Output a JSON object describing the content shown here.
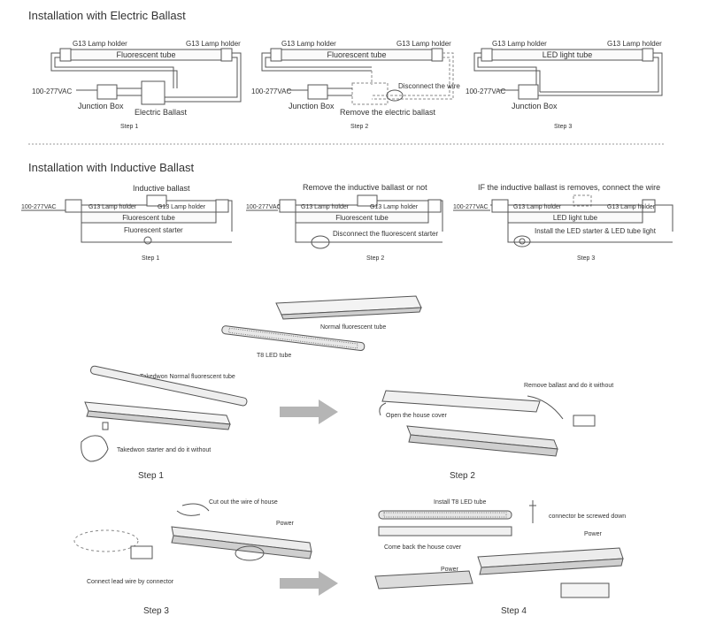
{
  "electric": {
    "title": "Installation with Electric Ballast",
    "panel1": {
      "holder_left": "G13 Lamp holder",
      "holder_right": "G13 Lamp holder",
      "tube": "Fluorescent tube",
      "voltage": "100-277VAC",
      "junction": "Junction Box",
      "ballast": "Electric Ballast",
      "step": "Step 1"
    },
    "panel2": {
      "holder_left": "G13 Lamp holder",
      "holder_right": "G13 Lamp holder",
      "tube": "Fluorescent tube",
      "voltage": "100-277VAC",
      "junction": "Junction Box",
      "disconnect": "Disconnect the wire",
      "remove": "Remove the electric ballast",
      "step": "Step 2"
    },
    "panel3": {
      "holder_left": "G13 Lamp holder",
      "holder_right": "G13 Lamp holder",
      "tube": "LED light tube",
      "voltage": "100-277VAC",
      "junction": "Junction Box",
      "step": "Step 3"
    }
  },
  "inductive": {
    "title": "Installation with Inductive Ballast",
    "panel1": {
      "top": "Inductive ballast",
      "voltage": "100-277VAC",
      "holder_left": "G13 Lamp holder",
      "holder_right": "G13 Lamp holder",
      "tube": "Fluorescent tube",
      "starter": "Fluorescent starter",
      "step": "Step 1"
    },
    "panel2": {
      "top": "Remove  the  inductive ballast or not",
      "voltage": "100-277VAC",
      "holder_left": "G13 Lamp holder",
      "holder_right": "G13 Lamp holder",
      "tube": "Fluorescent tube",
      "disconnect": "Disconnect the fluorescent starter",
      "step": "Step 2"
    },
    "panel3": {
      "top": "IF  the  inductive ballast is removes, connect the wire",
      "voltage": "100-277VAC",
      "holder_left": "G13 Lamp holder",
      "holder_right": "G13 Lamp holder",
      "tube": "LED light tube",
      "install": "Install the LED starter & LED tube light",
      "step": "Step 3"
    }
  },
  "illustrations": {
    "normal_tube": "Normal fluorescent tube",
    "led_tube": "T8 LED tube",
    "step1": {
      "take_tube": "Takedwon Normal fluorescent tube",
      "take_starter": "Takedwon starter and do it without",
      "label": "Step  1"
    },
    "step2": {
      "remove_ballast": "Remove ballast and do it without",
      "open_cover": "Open the house cover",
      "label": "Step  2"
    },
    "step3": {
      "cut_wire": "Cut out the wire of house",
      "power": "Power",
      "connect": "Connect lead wire by connector",
      "label": "Step  3"
    },
    "step4": {
      "install_tube": "Install T8 LED tube",
      "screwed": "connector be screwed down",
      "power": "Power",
      "come_back": "Come back the house cover",
      "power2": "Power",
      "label": "Step  4"
    }
  }
}
